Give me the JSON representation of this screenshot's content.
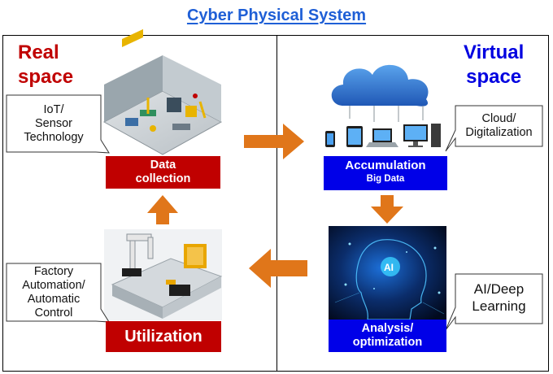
{
  "title": "Cyber Physical System",
  "real_space": {
    "line1": "Real",
    "line2": "space"
  },
  "virtual_space": {
    "line1": "Virtual",
    "line2": "space"
  },
  "callouts": {
    "iot": [
      "IoT/",
      "Sensor",
      "Technology"
    ],
    "factory": [
      "Factory",
      "Automation/",
      "Automatic",
      "Control"
    ],
    "cloud": [
      "Cloud/",
      "Digitalization"
    ],
    "ai": [
      "AI/Deep",
      "Learning"
    ]
  },
  "boxes": {
    "data_collection": [
      "Data",
      "collection"
    ],
    "utilization": "Utilization",
    "accumulation": {
      "line1": "Accumulation",
      "line2": "Big Data"
    },
    "analysis": [
      "Analysis/",
      "optimization"
    ]
  },
  "colors": {
    "title": "#1f5fd6",
    "real": "#c00000",
    "virtual": "#0000e0",
    "arrow": "#e0761a",
    "box_red": "#c00000",
    "box_blue": "#0000e8"
  }
}
